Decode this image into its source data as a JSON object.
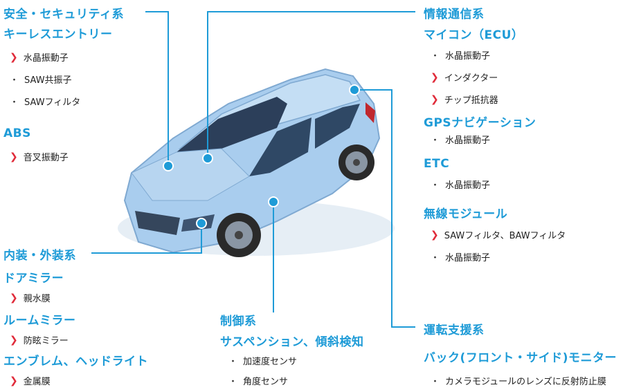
{
  "colors": {
    "accent": "#1e9bd7",
    "chevron": "#e02b3a",
    "car_body": "#a9cdee"
  },
  "groups": {
    "safety": {
      "titles": [
        "安全・セキュリティ系",
        "キーレスエントリー"
      ],
      "items": [
        {
          "marker": "chevron",
          "text": "水晶振動子"
        },
        {
          "marker": "dot",
          "text": "SAW共振子"
        },
        {
          "marker": "dot",
          "text": "SAWフィルタ"
        }
      ]
    },
    "abs": {
      "titles": [
        "ABS"
      ],
      "items": [
        {
          "marker": "chevron",
          "text": "音叉振動子"
        }
      ]
    },
    "interior": {
      "titles": [
        "内装・外装系",
        "ドアミラー"
      ],
      "items": [
        {
          "marker": "chevron",
          "text": "親水膜"
        }
      ]
    },
    "room_mirror": {
      "titles": [
        "ルームミラー"
      ],
      "items": [
        {
          "marker": "chevron",
          "text": "防眩ミラー"
        }
      ]
    },
    "emblem": {
      "titles": [
        "エンブレム、ヘッドライト"
      ],
      "items": [
        {
          "marker": "chevron",
          "text": "金属膜"
        }
      ]
    },
    "control": {
      "titles": [
        "制御系",
        "サスペンション、傾斜検知"
      ],
      "items": [
        {
          "marker": "dot",
          "text": "加速度センサ"
        },
        {
          "marker": "dot",
          "text": "角度センサ"
        }
      ]
    },
    "info": {
      "titles": [
        "情報通信系",
        "マイコン（ECU）"
      ],
      "items": [
        {
          "marker": "dot",
          "text": "水晶振動子"
        },
        {
          "marker": "chevron",
          "text": "インダクター"
        },
        {
          "marker": "chevron",
          "text": "チップ抵抗器"
        }
      ]
    },
    "gps": {
      "titles": [
        "GPSナビゲーション"
      ],
      "items": [
        {
          "marker": "dot",
          "text": "水晶振動子"
        }
      ]
    },
    "etc": {
      "titles": [
        "ETC"
      ],
      "items": [
        {
          "marker": "dot",
          "text": "水晶振動子"
        }
      ]
    },
    "wireless": {
      "titles": [
        "無線モジュール"
      ],
      "items": [
        {
          "marker": "chevron",
          "text": "SAWフィルタ、BAWフィルタ"
        },
        {
          "marker": "dot",
          "text": "水晶振動子"
        }
      ]
    },
    "drive": {
      "titles": [
        "運転支援系",
        "バック(フロント・サイド)モニター"
      ],
      "items": [
        {
          "marker": "dot",
          "text": "カメラモジュールのレンズに反射防止膜"
        }
      ]
    }
  }
}
